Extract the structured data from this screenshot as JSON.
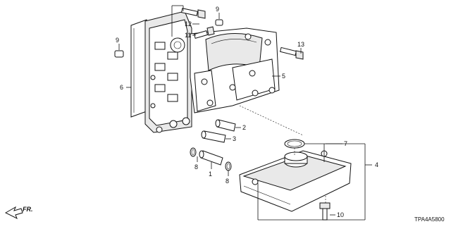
{
  "diagram": {
    "code": "TPA4A5800",
    "direction_label": "FR.",
    "callouts": {
      "n1": "1",
      "n2": "2",
      "n3": "3",
      "n4": "4",
      "n5": "5",
      "n6": "6",
      "n7": "7",
      "n8a": "8",
      "n8b": "8",
      "n9a": "9",
      "n9b": "9",
      "n10": "10",
      "n11": "11",
      "n12": "12",
      "n13": "13"
    }
  }
}
